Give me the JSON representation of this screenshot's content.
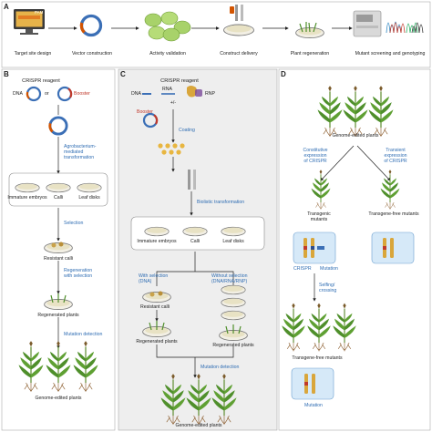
{
  "panels": {
    "a": "A",
    "b": "B",
    "c": "C",
    "d": "D"
  },
  "a": {
    "pam": "PAM",
    "steps": [
      "Target site design",
      "Vector construction",
      "Activity validation",
      "Construct delivery",
      "Plant regeneration",
      "Mutant screening and genotyping"
    ]
  },
  "b": {
    "reagent": "CRISPR reagent",
    "dna": "DNA",
    "or": "or",
    "booster": "Booster",
    "agro": [
      "Agrobacterium-",
      "mediated",
      "transformation"
    ],
    "explants": [
      "Immature embryos",
      "Calli",
      "Leaf disks"
    ],
    "selection": "Selection",
    "resistant": "Resistant calli",
    "regen_sel": [
      "Regeneration",
      "with selection"
    ],
    "regenerated": "Regenerated plants",
    "mutation_detection": "Mutation detection",
    "final": "Genome-edited plants"
  },
  "c": {
    "reagent": "CRISPR reagent",
    "dna": "DNA",
    "rna": "RNA",
    "rnp": "RNP",
    "plusminus": "+/-",
    "booster": "Booster",
    "coating": "Coating",
    "biolistic": "Biolistic transformation",
    "explants": [
      "Immature embryos",
      "Calli",
      "Leaf disks"
    ],
    "with_sel": [
      "With selection",
      "(DNA)"
    ],
    "without_sel": [
      "Without selection",
      "(DNA/RNA/RNP)"
    ],
    "resistant": "Resistant calli",
    "regenerated": "Regenerated plants",
    "regenerated2": "Regenerated plants",
    "mutation_detection": "Mutation detection",
    "final": "Genome-edited plants"
  },
  "d": {
    "top": "Genome-edited plants",
    "constitutive": [
      "Constitutive",
      "expression",
      "of CRISPR"
    ],
    "transient": [
      "Transient",
      "expression",
      "of CRISPR"
    ],
    "transgenic": [
      "Transgenic",
      "mutants"
    ],
    "free": "Transgene-free mutants",
    "crispr": "CRISPR",
    "mutation": "Mutation",
    "selfing": [
      "Selfing/",
      "crossing"
    ],
    "free2": "Transgene-free mutants",
    "mutation2": "Mutation"
  }
}
